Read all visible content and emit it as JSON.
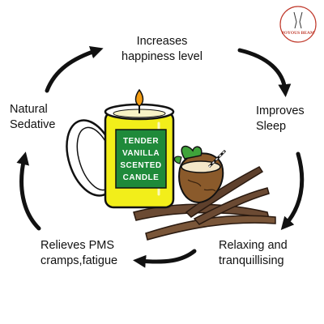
{
  "cycle": {
    "steps": [
      {
        "line1": "Increases",
        "line2": "happiness level"
      },
      {
        "line1": "Improves",
        "line2": "Sleep"
      },
      {
        "line1": "Relaxing and",
        "line2": "tranquillising"
      },
      {
        "line1": "Relieves PMS",
        "line2": "cramps,fatigue"
      },
      {
        "line1": "Natural",
        "line2": "Sedative"
      }
    ]
  },
  "candle": {
    "label_lines": [
      "TENDER",
      "VANILLA",
      "SCENTED",
      "CANDLE"
    ]
  },
  "logo": {
    "text": "JOYOUS BEAM"
  },
  "colors": {
    "jar_yellow": "#f2ee1a",
    "label_green": "#1f8a3a",
    "arrow": "#111111",
    "vanilla_pod": "#6b4a33",
    "coconut": "#8a5a2b",
    "leaf": "#3fa33a",
    "logo_red": "#c0392b"
  },
  "icons": [
    "candle-jar-illustration",
    "vanilla-pods-illustration",
    "coconut-drink-illustration",
    "cycle-arrows",
    "brand-logo"
  ]
}
